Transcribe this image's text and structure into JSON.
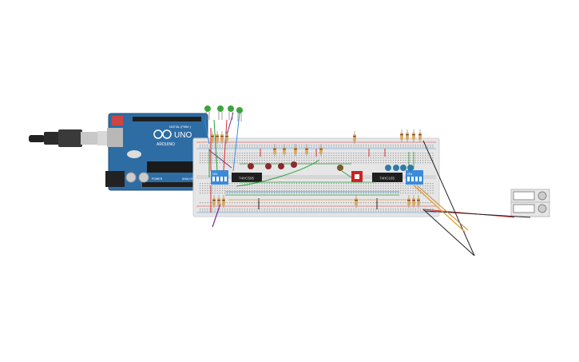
{
  "arduino": {
    "brand": "ARDUINO",
    "model": "UNO",
    "digital_header": "DIGITAL (PWM~)",
    "power_header": "POWER",
    "analog_header": "ANALOG IN"
  },
  "chips": [
    {
      "label": "74HC595"
    },
    {
      "label": "74HC165"
    }
  ],
  "dip_switches": [
    {
      "label": "ON"
    },
    {
      "label": "ON"
    }
  ],
  "components": {
    "green_leds": 4,
    "red_leds": 4,
    "blue_leds": 4,
    "push_buttons": 1,
    "battery_packs": 2
  },
  "colors": {
    "board_blue": "#2e6da4",
    "breadboard": "#e6e6e6",
    "wire_green": "#2a9d3a",
    "wire_red": "#d92e2e",
    "wire_black": "#222222",
    "wire_orange": "#e39a2a",
    "wire_purple": "#7b2d8e",
    "wire_blue": "#3a8bd9",
    "led_green": "#3aa63a",
    "led_red": "#8a2a2a",
    "led_blue": "#2f7aa6"
  }
}
